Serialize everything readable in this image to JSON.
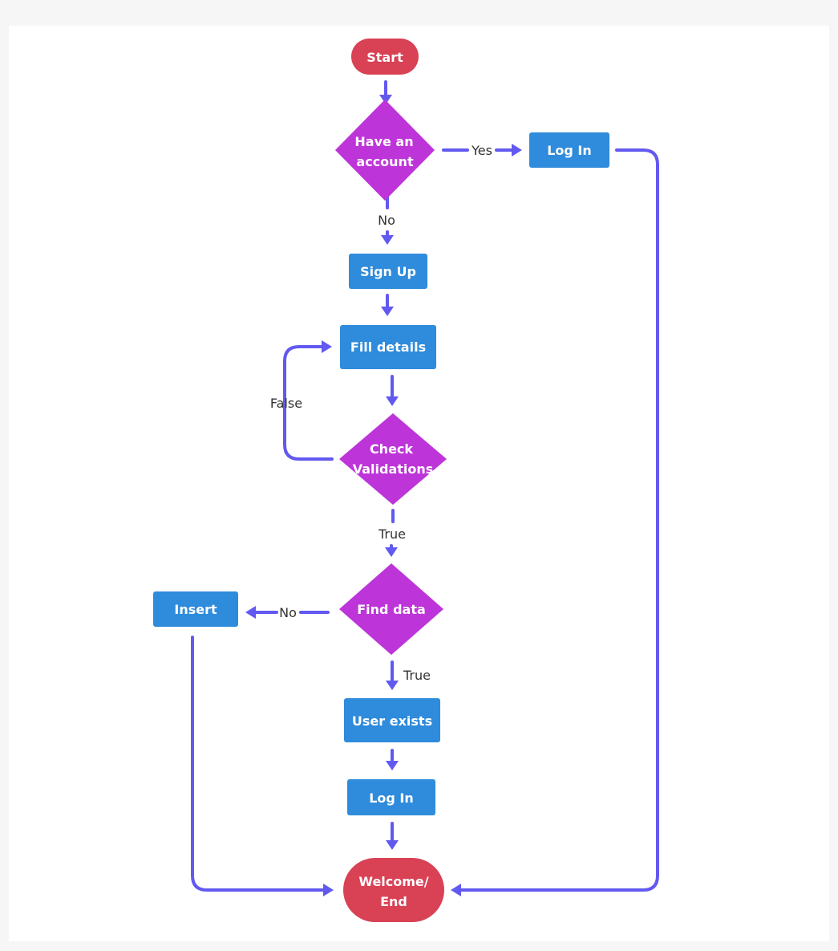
{
  "colors": {
    "terminal": "#d94155",
    "decision": "#bd35d8",
    "process": "#2f8bdb",
    "connector": "#6259f0",
    "label_text": "#333333",
    "node_text": "#ffffff"
  },
  "nodes": {
    "start": "Start",
    "have_account_1": "Have an",
    "have_account_2": "account",
    "login_top": "Log In",
    "sign_up": "Sign Up",
    "fill_details": "Fill details",
    "check_validations_1": "Check",
    "check_validations_2": "Validations",
    "find_data": "Find data",
    "insert": "Insert",
    "user_exists": "User exists",
    "login_bottom": "Log In",
    "end_1": "Welcome/",
    "end_2": "End"
  },
  "edge_labels": {
    "yes": "Yes",
    "no_account": "No",
    "false": "False",
    "true_validations": "True",
    "no_data": "No",
    "true_data": "True"
  }
}
